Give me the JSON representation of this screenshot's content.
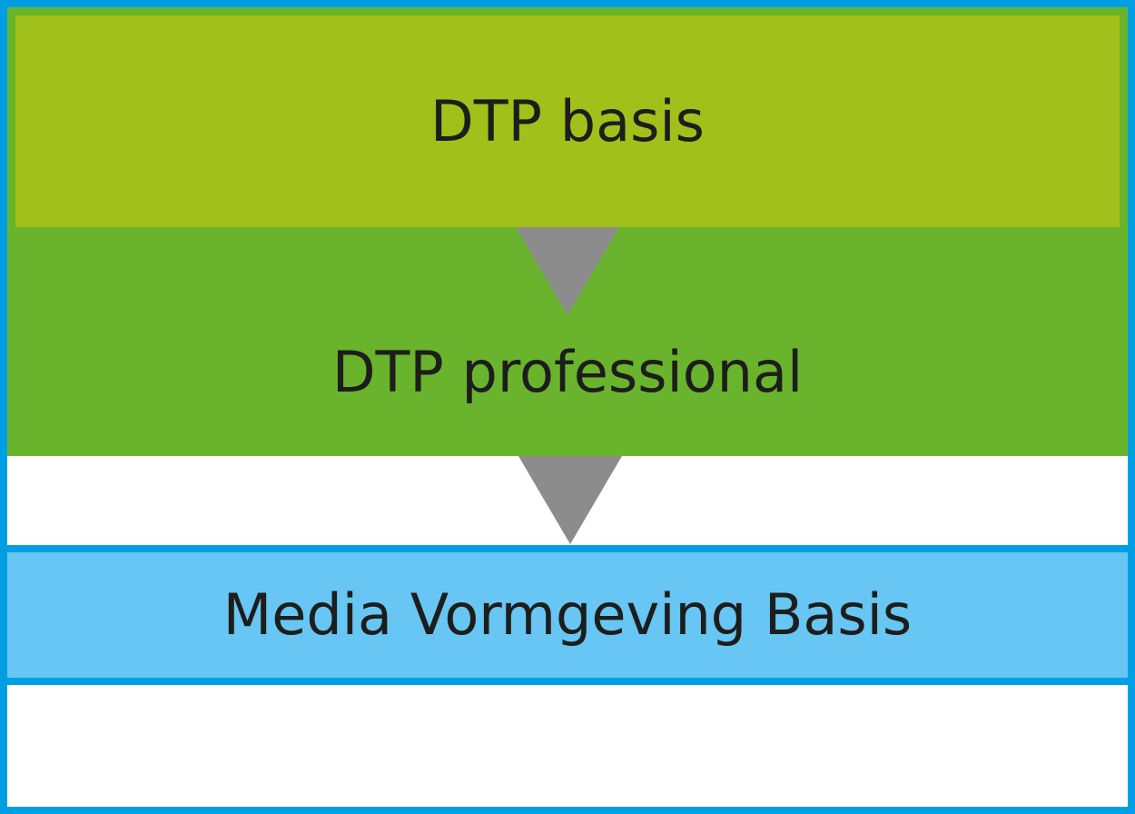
{
  "diagram": {
    "levels": [
      {
        "label": "DTP basis",
        "color": "#a2c01a"
      },
      {
        "label": "DTP professional",
        "color": "#6ab42d"
      },
      {
        "label": "Media Vormgeving Basis",
        "color": "#67c6f3"
      }
    ],
    "colors": {
      "border": "#009fe3",
      "arrow": "#8c8c8c",
      "text": "#1d1d1b"
    }
  }
}
